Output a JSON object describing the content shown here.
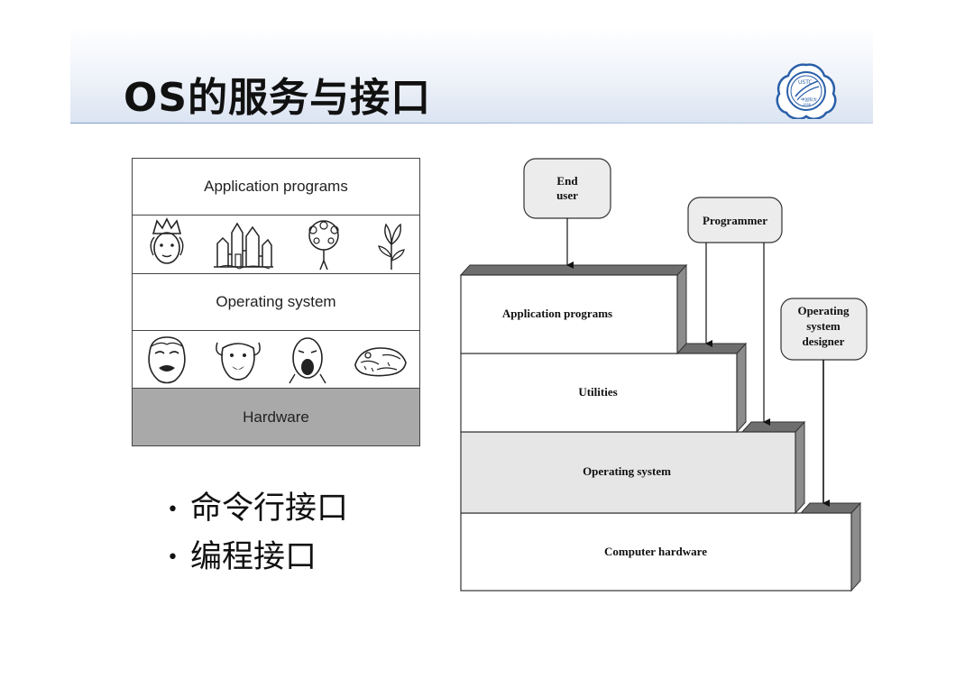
{
  "slide": {
    "title": "OS的服务与接口",
    "logo_text": "USTC",
    "logo_subtext": "中国科大",
    "logo_year": "1958"
  },
  "left_diagram": {
    "layers": [
      {
        "label": "Application programs"
      },
      {
        "label": ""
      },
      {
        "label": "Operating system"
      },
      {
        "label": ""
      },
      {
        "label": "Hardware"
      }
    ],
    "top_icons": [
      "queen-face-icon",
      "castle-icon",
      "peacock-icon",
      "flower-icon"
    ],
    "bottom_icons": [
      "grimace-face-icon",
      "dog-face-icon",
      "screaming-face-icon",
      "toad-icon"
    ]
  },
  "bullets": [
    {
      "text": "命令行接口"
    },
    {
      "text": "编程接口"
    }
  ],
  "right_diagram": {
    "actors": [
      {
        "name": "End\nuser",
        "line1": "End",
        "line2": "user"
      },
      {
        "name": "Programmer"
      },
      {
        "name": "Operating system designer",
        "line1": "Operating",
        "line2": "system",
        "line3": "designer"
      }
    ],
    "layers": [
      {
        "label": "Application programs"
      },
      {
        "label": "Utilities"
      },
      {
        "label": "Operating system"
      },
      {
        "label": "Computer hardware"
      }
    ],
    "colors": {
      "layer_fill": "#ffffff",
      "os_fill": "#e6e6e6",
      "actor_fill": "#ececec",
      "side": "#8c8c8c",
      "top": "#6e6e6e"
    }
  }
}
